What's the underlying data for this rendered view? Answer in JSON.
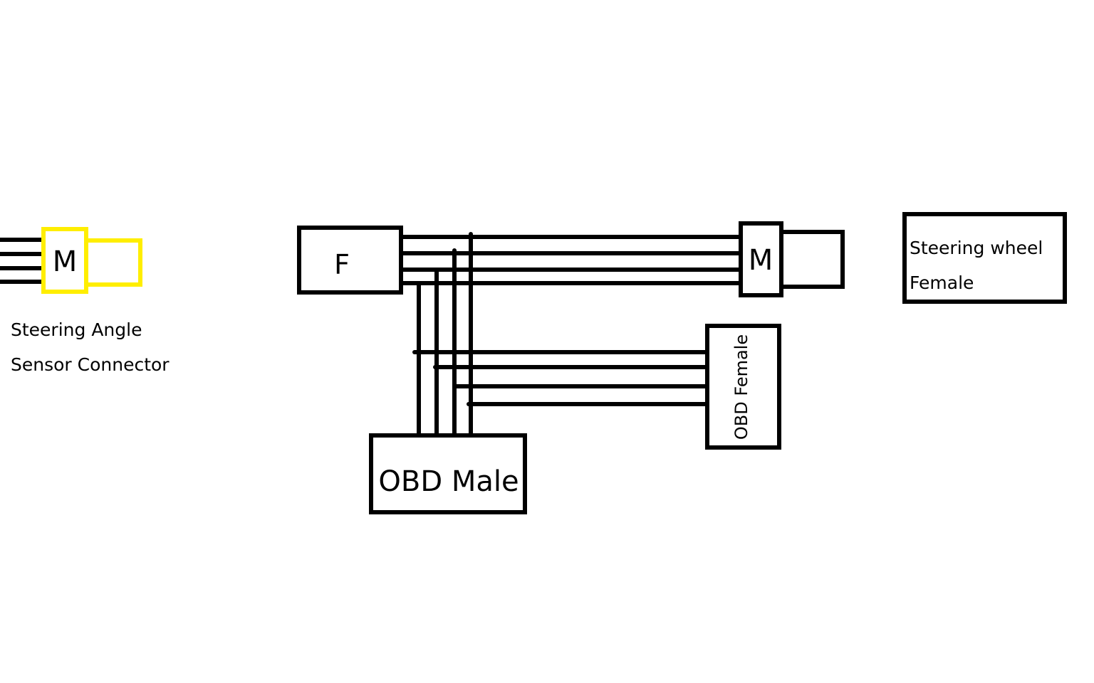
{
  "sensor_connector": {
    "male_label": "M",
    "caption_line1": "Steering Angle",
    "caption_line2": "Sensor Connector",
    "accent_color": "#ffee00"
  },
  "harness_female": {
    "label": "F"
  },
  "wheel_male": {
    "label": "M"
  },
  "steering_wheel_female": {
    "line1": "Steering wheel",
    "line2": "Female"
  },
  "obd_male": {
    "label": "OBD Male"
  },
  "obd_female": {
    "label": "OBD Female"
  },
  "wire_color": "#000000"
}
